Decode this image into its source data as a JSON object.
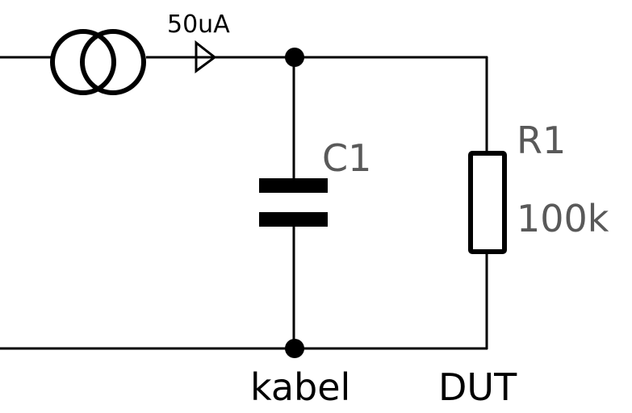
{
  "source": {
    "label": "50uA"
  },
  "capacitor": {
    "label": "C1"
  },
  "resistor": {
    "label": "R1",
    "value": "100k"
  },
  "labels": {
    "cable": "kabel",
    "dut": "DUT"
  },
  "colors": {
    "wire": "#000000",
    "component_label": "#595959",
    "node_label": "#000000"
  }
}
